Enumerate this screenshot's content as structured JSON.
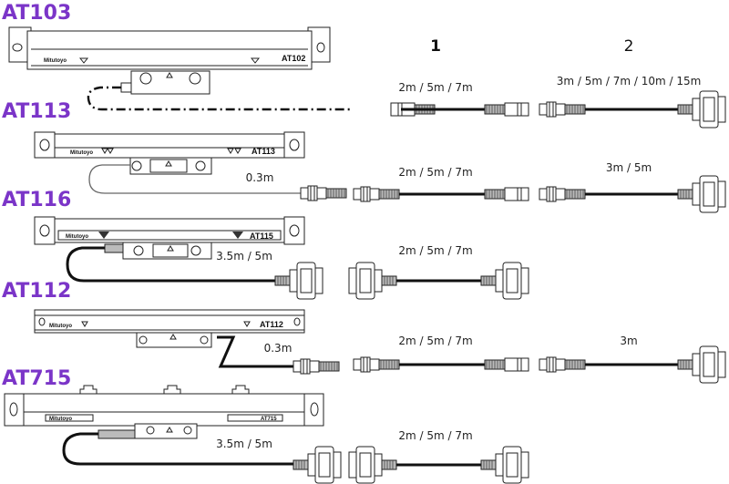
{
  "columns": {
    "col1": "1",
    "col2": "2"
  },
  "brand": "Mitutoyo",
  "rows": [
    {
      "model": "AT103",
      "scale_label": "AT102",
      "col1_length": "2m / 5m / 7m",
      "col2_length": "3m / 5m / 7m / 10m / 15m"
    },
    {
      "model": "AT113",
      "scale_label": "AT113",
      "head_cable_length": "0.3m",
      "col1_length": "2m / 5m / 7m",
      "col2_length": "3m / 5m"
    },
    {
      "model": "AT116",
      "scale_label": "AT115",
      "head_cable_length": "3.5m / 5m",
      "col1_length": "2m / 5m / 7m"
    },
    {
      "model": "AT112",
      "scale_label": "AT112",
      "head_cable_length": "0.3m",
      "col1_length": "2m / 5m / 7m",
      "col2_length": "3m"
    },
    {
      "model": "AT715",
      "scale_label": "AT715",
      "head_cable_length": "3.5m / 5m",
      "col1_length": "2m / 5m / 7m"
    }
  ]
}
